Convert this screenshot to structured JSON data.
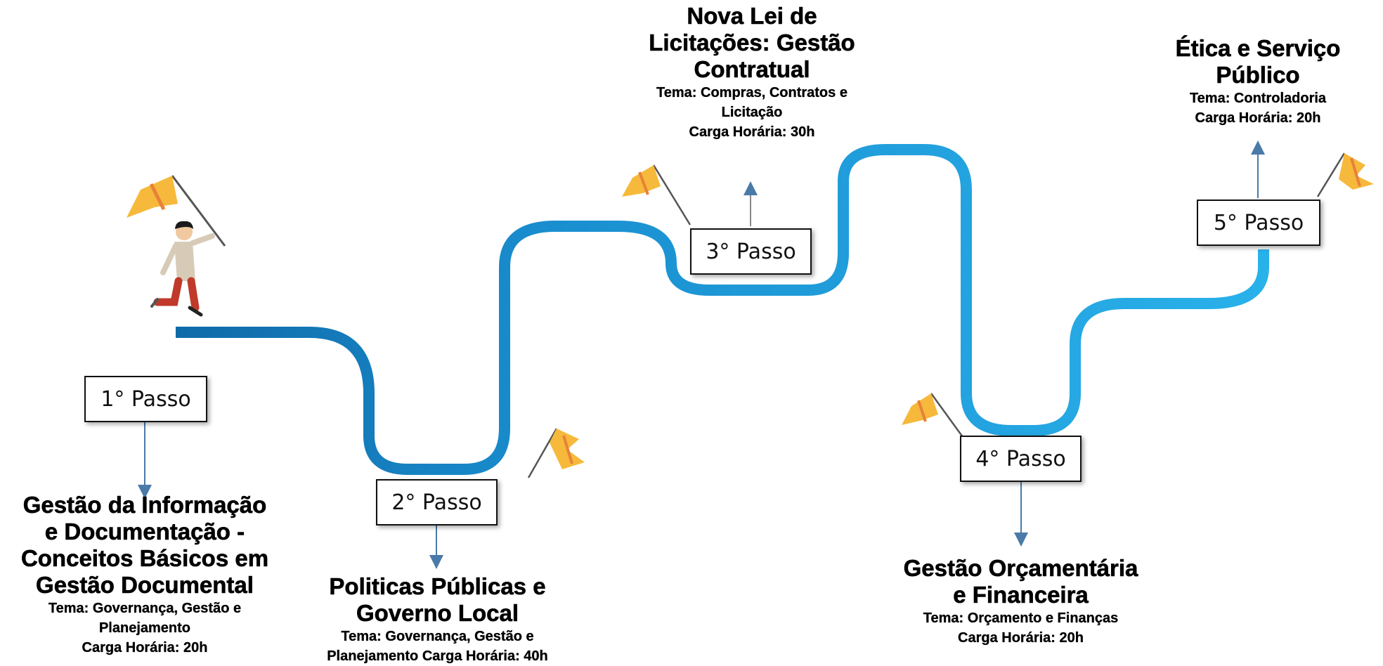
{
  "colors": {
    "path_light": "#29b1ea",
    "path_dark": "#0f6aa8",
    "arrow": "#4a7aa8",
    "flag": "#f6b93b",
    "flag_stripe": "#e8813a",
    "box_border": "#111111"
  },
  "steps": [
    {
      "label": "1° Passo",
      "title": "Gestão da Informação e Documentação - Conceitos Básicos em Gestão Documental",
      "title_lines": [
        "Gestão da Informação",
        "e Documentação -",
        "Conceitos Básicos em",
        "Gestão Documental"
      ],
      "tema_lines": [
        "Tema: Governança, Gestão e",
        "Planejamento"
      ],
      "carga": "Carga Horária: 20h"
    },
    {
      "label": "2° Passo",
      "title": "Politicas Públicas e Governo Local",
      "title_lines": [
        "Politicas Públicas e",
        "Governo Local"
      ],
      "tema_lines": [
        "Tema: Governança, Gestão e",
        "Planejamento Carga Horária: 40h"
      ],
      "carga": ""
    },
    {
      "label": "3° Passo",
      "title": "Nova Lei de Licitações: Gestão Contratual",
      "title_lines": [
        "Nova Lei de",
        "Licitações: Gestão",
        "Contratual"
      ],
      "tema_lines": [
        "Tema: Compras, Contratos e",
        "Licitação"
      ],
      "carga": "Carga Horária: 30h"
    },
    {
      "label": "4° Passo",
      "title": "Gestão Orçamentária e Financeira",
      "title_lines": [
        "Gestão Orçamentária",
        "e Financeira"
      ],
      "tema_lines": [
        "Tema: Orçamento e Finanças"
      ],
      "carga": "Carga Horária: 20h"
    },
    {
      "label": "5° Passo",
      "title": "Ética e Serviço Público",
      "title_lines": [
        "Ética e Serviço",
        "Público"
      ],
      "tema_lines": [
        "Tema: Controladoria"
      ],
      "carga": "Carga Horária: 20h"
    }
  ],
  "icons": [
    "flag-icon",
    "runner-figure-icon",
    "arrow-icon"
  ]
}
